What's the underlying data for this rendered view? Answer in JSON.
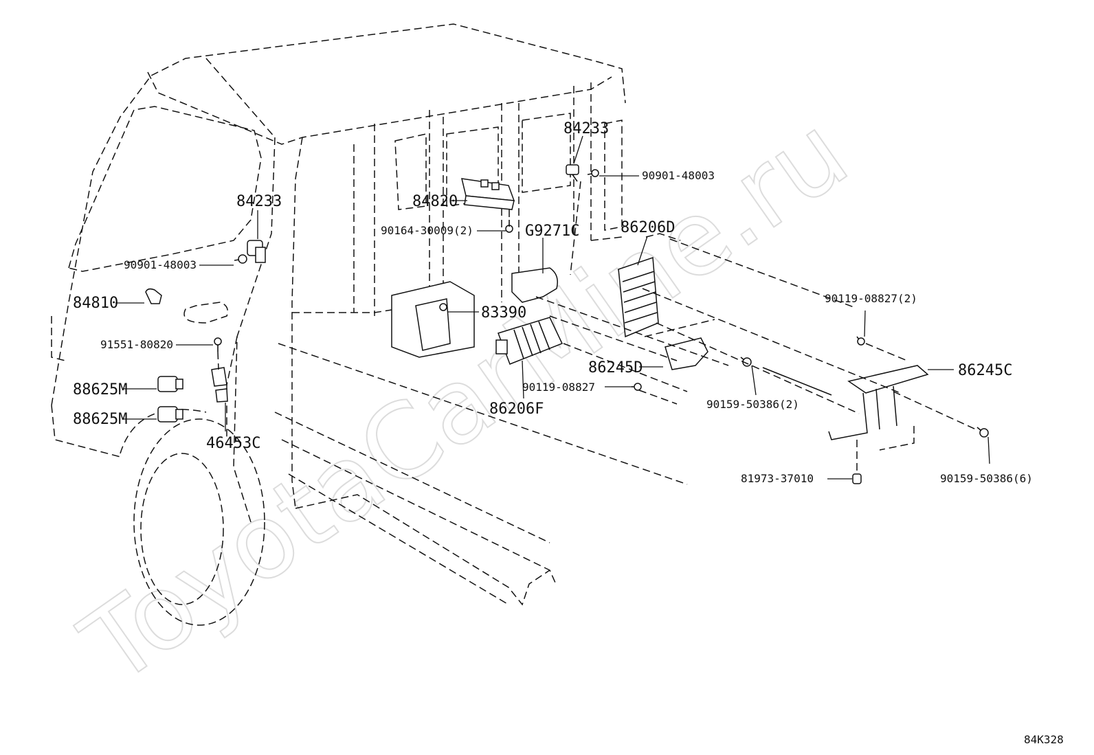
{
  "watermark": "ToyotaCarMine.ru",
  "figure_code": "84K328",
  "labels": {
    "p84233_left": "84233",
    "p90901_left": "90901-48003",
    "p84810": "84810",
    "p91551": "91551-80820",
    "p88625m_a": "88625M",
    "p88625m_b": "88625M",
    "p46453c": "46453C",
    "p84820": "84820",
    "p90164": "90164-30009(2)",
    "pG9271c": "G9271C",
    "p83390": "83390",
    "p84233_right": "84233",
    "p90901_right": "90901-48003",
    "p86206d": "86206D",
    "p86206f": "86206F",
    "p86245d": "86245D",
    "p90119_single": "90119-08827",
    "p90119_two": "90119-08827(2)",
    "p86245c": "86245C",
    "p90159_two": "90159-50386(2)",
    "p90159_six": "90159-50386(6)",
    "p81973": "81973-37010"
  }
}
